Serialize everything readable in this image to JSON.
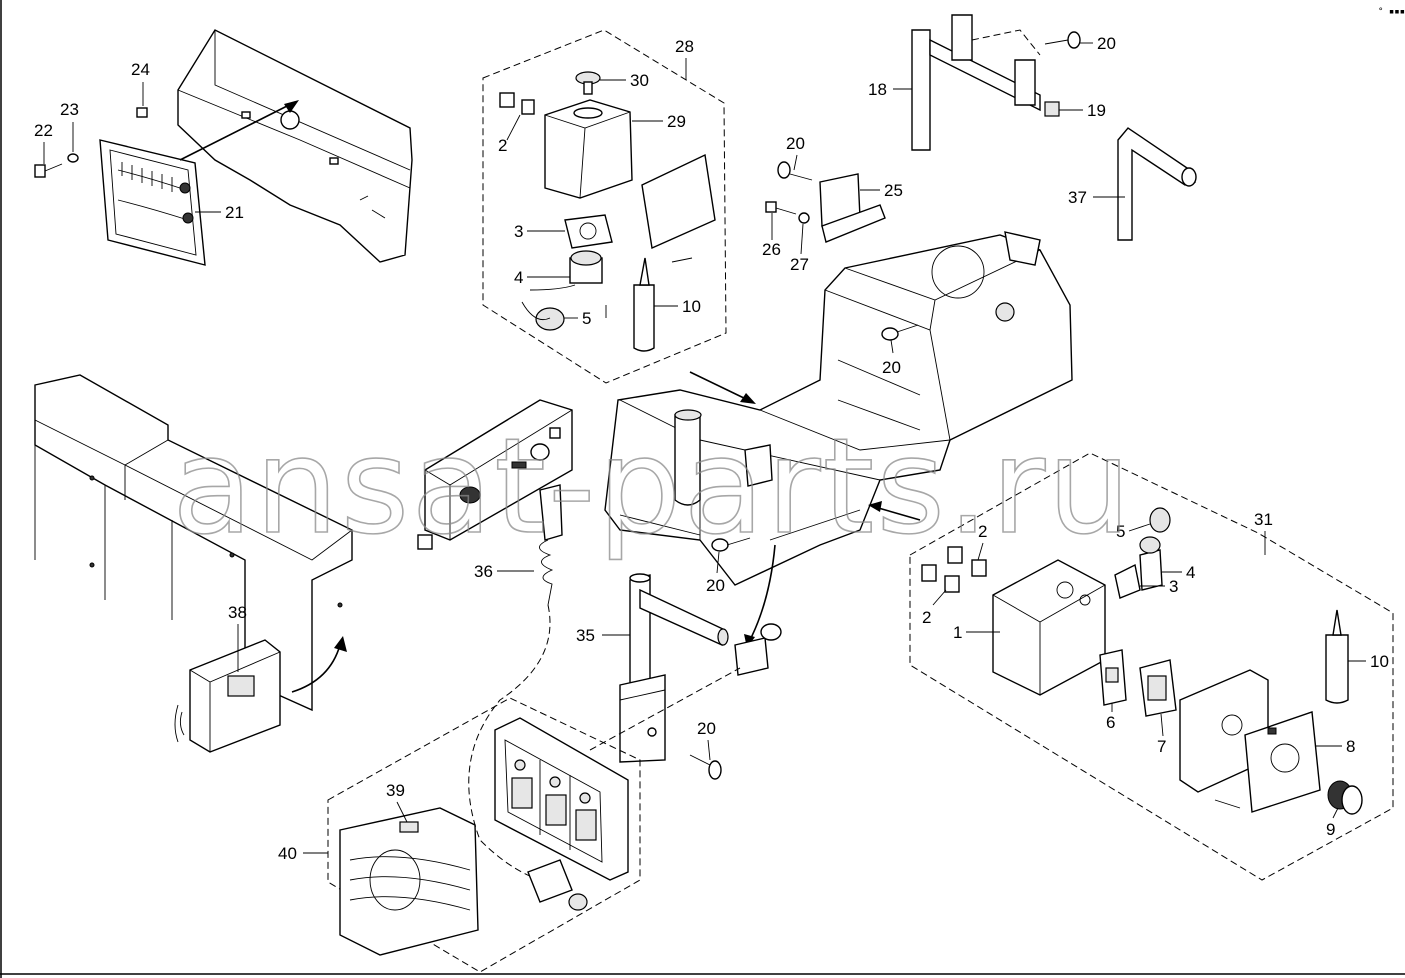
{
  "watermark": "ansat-parts.ru",
  "corner_mark": "° ▪▪▪",
  "callouts": {
    "n1": "1",
    "n2a": "2",
    "n2b": "2",
    "n2c": "2",
    "n3a": "3",
    "n3b": "3",
    "n4a": "4",
    "n4b": "4",
    "n5a": "5",
    "n5b": "5",
    "n6": "6",
    "n7": "7",
    "n8": "8",
    "n9": "9",
    "n10a": "10",
    "n10b": "10",
    "n18": "18",
    "n19": "19",
    "n20a": "20",
    "n20b": "20",
    "n20c": "20",
    "n20d": "20",
    "n20e": "20",
    "n21": "21",
    "n22": "22",
    "n23": "23",
    "n24": "24",
    "n25": "25",
    "n26": "26",
    "n27": "27",
    "n28": "28",
    "n29": "29",
    "n30": "30",
    "n31": "31",
    "n35": "35",
    "n36": "36",
    "n37": "37",
    "n38": "38",
    "n39": "39",
    "n40": "40"
  }
}
